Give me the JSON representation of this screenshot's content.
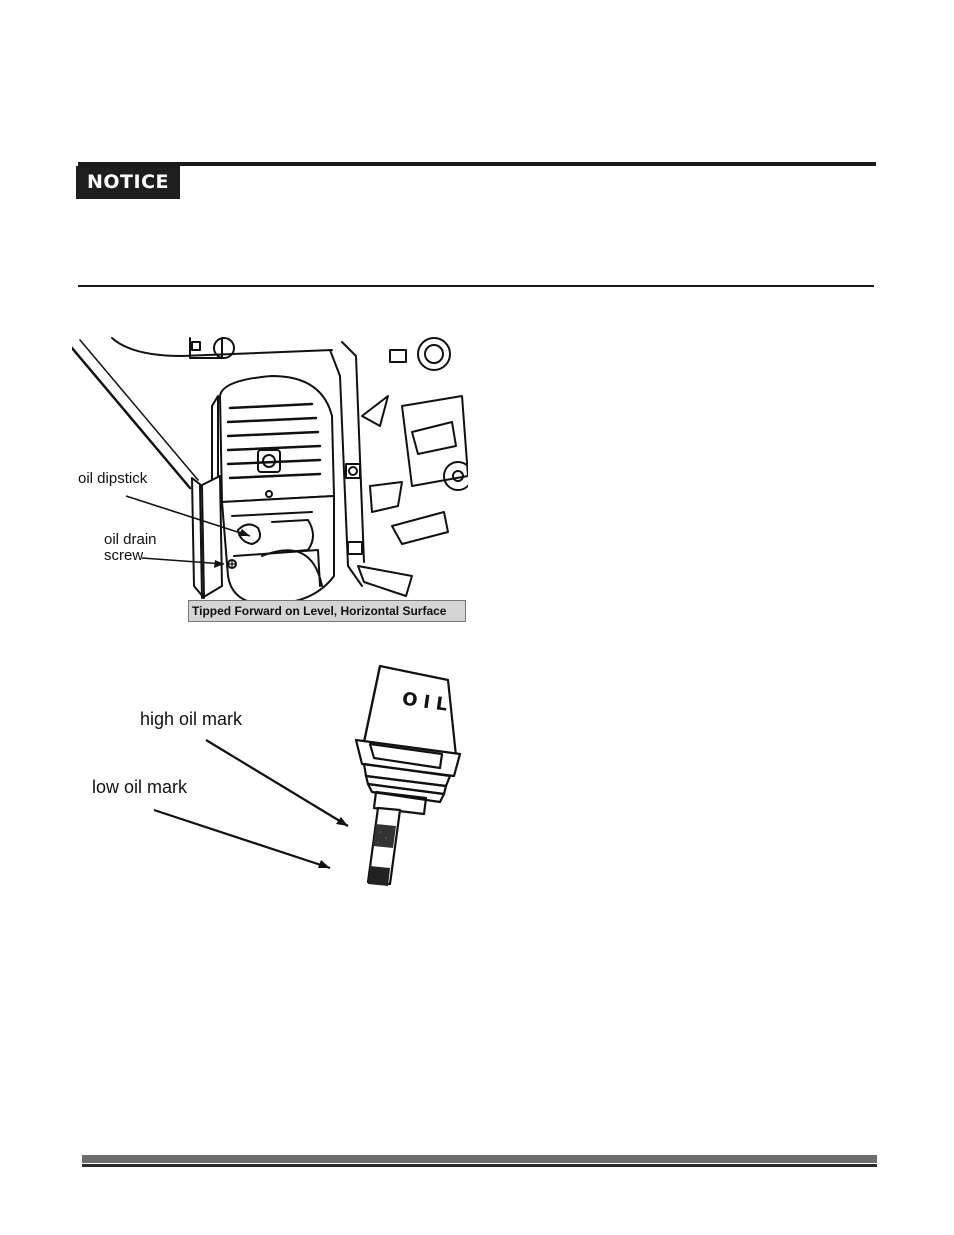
{
  "notice": {
    "label": "NOTICE"
  },
  "figure1": {
    "labels": {
      "oil_dipstick": "oil dipstick",
      "oil_drain_line1": "oil drain",
      "oil_drain_line2": "screw"
    },
    "caption": "Tipped Forward on Level, Horizontal Surface"
  },
  "figure2": {
    "cap_text": "OIL",
    "labels": {
      "high_oil_mark": "high oil mark",
      "low_oil_mark": "low oil mark"
    }
  },
  "colors": {
    "ink": "#111111",
    "badge_bg": "#1e1e1e",
    "caption_bg": "#d4d4d4",
    "footer_gray": "#6e6e6e"
  }
}
